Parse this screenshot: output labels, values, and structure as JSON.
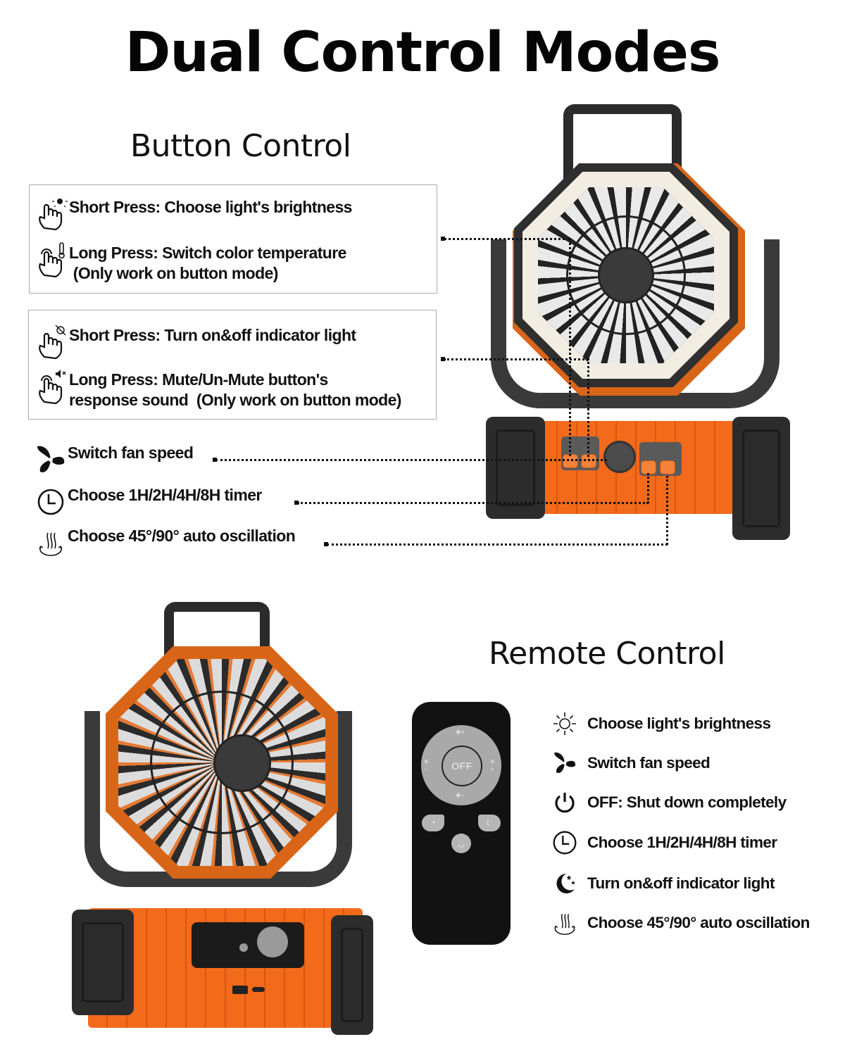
{
  "page": {
    "title": "Dual Control Modes"
  },
  "button_control": {
    "heading": "Button Control",
    "box_light": {
      "items": [
        {
          "icon": "press-bulb-icon",
          "line1": "Short Press: Choose  light's brightness",
          "line2": ""
        },
        {
          "icon": "press-thermometer-icon",
          "line1": "Long Press: Switch color temperature",
          "line2": " (Only work on button mode)"
        }
      ]
    },
    "box_indicator": {
      "items": [
        {
          "icon": "press-light-off-icon",
          "line1": "Short Press: Turn on&off indicator light",
          "line2": ""
        },
        {
          "icon": "press-mute-icon",
          "line1": "Long Press: Mute/Un-Mute button's",
          "line2": "response sound  (Only work on button mode)"
        }
      ]
    },
    "features": [
      {
        "icon": "fan-icon",
        "label": "Switch fan speed"
      },
      {
        "icon": "clock-icon",
        "label": "Choose 1H/2H/4H/8H timer"
      },
      {
        "icon": "oscillation-icon",
        "label": "Choose 45°/90° auto oscillation"
      }
    ]
  },
  "remote_control": {
    "heading": "Remote Control",
    "remote": {
      "center_label": "OFF",
      "top_label": "+",
      "bottom_label": "−",
      "left_label": "−",
      "right_label": "+"
    },
    "features": [
      {
        "icon": "sun-icon",
        "label": "Choose  light's brightness"
      },
      {
        "icon": "fan-icon",
        "label": "Switch fan speed"
      },
      {
        "icon": "power-icon",
        "label": "OFF: Shut down completely"
      },
      {
        "icon": "clock-icon",
        "label": "Choose 1H/2H/4H/8H timer"
      },
      {
        "icon": "moon-stars-icon",
        "label": "Turn on&off indicator light"
      },
      {
        "icon": "oscillation-icon",
        "label": "Choose 45°/90° auto oscillation"
      }
    ]
  },
  "colors": {
    "orange": "#f36a1b",
    "dark_body": "#2f2f2f",
    "light_ring": "#f1ede2",
    "remote_body": "#121212",
    "remote_buttons": "#a9a9a9"
  }
}
